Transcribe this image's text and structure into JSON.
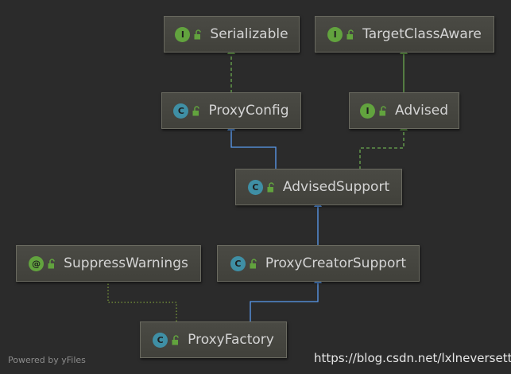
{
  "nodes": [
    {
      "id": "serializable",
      "label": "Serializable",
      "kind": "interface",
      "badge": "I"
    },
    {
      "id": "targetclassaware",
      "label": "TargetClassAware",
      "kind": "interface",
      "badge": "I"
    },
    {
      "id": "proxyconfig",
      "label": "ProxyConfig",
      "kind": "class",
      "badge": "C"
    },
    {
      "id": "advised",
      "label": "Advised",
      "kind": "interface",
      "badge": "I"
    },
    {
      "id": "advisedsupport",
      "label": "AdvisedSupport",
      "kind": "class",
      "badge": "C"
    },
    {
      "id": "suppresswarnings",
      "label": "SuppressWarnings",
      "kind": "annotation",
      "badge": "@"
    },
    {
      "id": "proxycreatorsupport",
      "label": "ProxyCreatorSupport",
      "kind": "class",
      "badge": "C"
    },
    {
      "id": "proxyfactory",
      "label": "ProxyFactory",
      "kind": "class",
      "badge": "C"
    }
  ],
  "edges": [
    {
      "from": "proxyconfig",
      "to": "serializable",
      "type": "implements"
    },
    {
      "from": "advised",
      "to": "targetclassaware",
      "type": "extends-interface"
    },
    {
      "from": "advisedsupport",
      "to": "proxyconfig",
      "type": "extends"
    },
    {
      "from": "advisedsupport",
      "to": "advised",
      "type": "implements"
    },
    {
      "from": "proxycreatorsupport",
      "to": "advisedsupport",
      "type": "extends"
    },
    {
      "from": "proxyfactory",
      "to": "proxycreatorsupport",
      "type": "extends"
    },
    {
      "from": "proxyfactory",
      "to": "suppresswarnings",
      "type": "annotated-by"
    }
  ],
  "colors": {
    "background": "#2b2b2b",
    "extends": "#5a9cf0",
    "implements": "#6aa84f",
    "annotation": "#7a9a3a",
    "class_badge": "#3f8fa5",
    "interface_badge": "#62a33e"
  },
  "footer": {
    "powered_by": "Powered by yFiles",
    "watermark": "https://blog.csdn.net/lxlneversettle"
  }
}
